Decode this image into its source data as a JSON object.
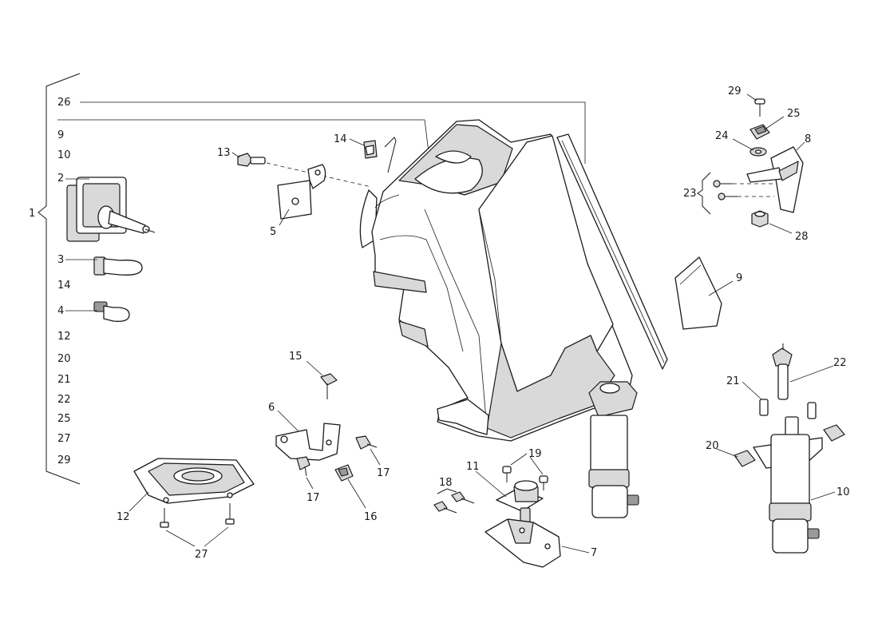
{
  "kit_list": {
    "group": "1",
    "items": [
      "26",
      "9",
      "10",
      "2",
      "3",
      "14",
      "4",
      "12",
      "20",
      "21",
      "22",
      "25",
      "27",
      "29"
    ]
  },
  "callouts": {
    "c2": "2",
    "c3": "3",
    "c4": "4",
    "c5": "5",
    "c6": "6",
    "c7": "7",
    "c8": "8",
    "c9": "9",
    "c10": "10",
    "c11": "11",
    "c12": "12",
    "c13": "13",
    "c14": "14",
    "c15": "15",
    "c16": "16",
    "c17a": "17",
    "c17b": "17",
    "c18": "18",
    "c19": "19",
    "c20": "20",
    "c21": "21",
    "c22": "22",
    "c23": "23",
    "c24": "24",
    "c25": "25",
    "c27": "27",
    "c28": "28",
    "c29": "29"
  }
}
